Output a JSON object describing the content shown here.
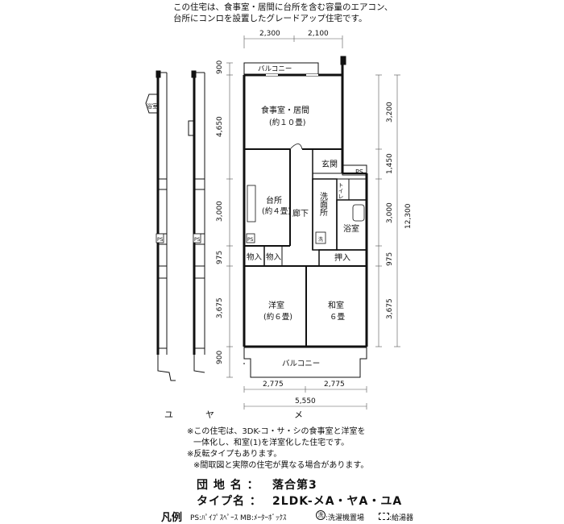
{
  "top_note": [
    "この住宅は、食事室・居間に台所を含む容量のエアコン、",
    "台所にコンロを設置したグレードアップ住宅です。"
  ],
  "rooms": {
    "dining_living": "食事室・居間",
    "dining_living_size": "(約１０畳)",
    "kitchen": "台所",
    "kitchen_size": "(約４畳)",
    "entrance": "玄関",
    "toilet": "トイレ",
    "washroom": "洗面所",
    "bath": "浴室",
    "hallway": "廊下",
    "storage_1": "物入",
    "storage_2": "物入",
    "closet": "押入",
    "western_room": "洋室",
    "western_size": "(約６畳)",
    "japanese_room": "和室",
    "japanese_size": "６畳",
    "balcony_top": "バルコニー",
    "balcony_bottom": "バルコニー",
    "ps": "PS",
    "ps_small_1": "PS",
    "ps_small_2": "PS",
    "ps_small_3": "PS",
    "washer_mark": "洗",
    "side_label": "浴室"
  },
  "dimensions": {
    "top_left": "2,300",
    "top_right": "2,100",
    "left": [
      "900",
      "4,650",
      "3,000",
      "975",
      "3,675",
      "900"
    ],
    "right": [
      "3,200",
      "1,450",
      "3,000",
      "975",
      "3,675"
    ],
    "right_total": "12,300",
    "bottom_left": "2,775",
    "bottom_right": "2,775",
    "bottom_total": "5,550"
  },
  "type_letters": [
    "ユ",
    "ヤ",
    "メ"
  ],
  "notes": [
    "※この住宅は、3DK-コ・サ・シの食事室と洋室を",
    "一体化し、和室(1)を洋室化した住宅です。",
    "※反転タイプもあります。",
    "※間取図と実際の住宅が異なる場合があります。"
  ],
  "info": {
    "estate_label": "団 地 名 ：",
    "estate_value": "落合第3",
    "type_label": "タイプ名 ：",
    "type_value": "2LDK-メA・ヤA・ユA"
  },
  "legend": {
    "title": "凡例",
    "items": "PS:ﾊﾟｲﾌﾟｽﾍﾟｰｽ MB:ﾒｰﾀｰﾎﾞｯｸｽ",
    "washer": "洗",
    "washer_text": ":洗濯機置場",
    "heater_text": ":給湯器"
  }
}
